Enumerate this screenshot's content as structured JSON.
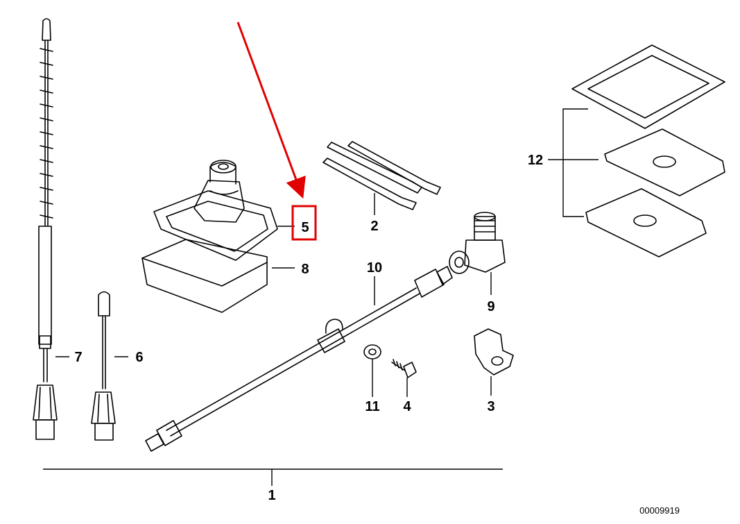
{
  "diagram": {
    "part_labels": {
      "p1": "1",
      "p2": "2",
      "p3": "3",
      "p4": "4",
      "p5": "5",
      "p6": "6",
      "p7": "7",
      "p8": "8",
      "p9": "9",
      "p10": "10",
      "p11": "11",
      "p12": "12"
    },
    "reference_number": "00009919",
    "highlighted_part": "5",
    "colors": {
      "highlight_box": "#e00000",
      "arrow": "#e00000",
      "line_art": "#000000"
    }
  }
}
